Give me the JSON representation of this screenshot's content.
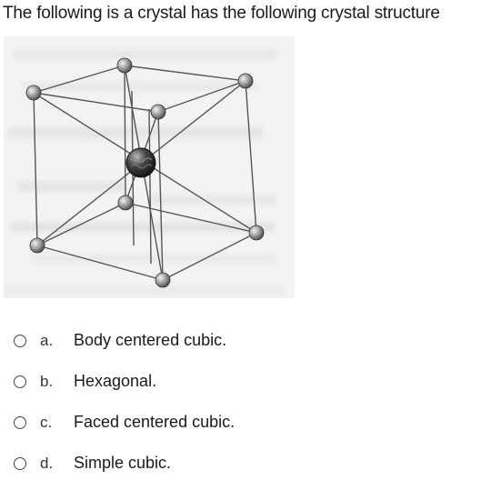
{
  "question": {
    "text": "The following is a crystal has the following crystal structure"
  },
  "figure": {
    "icon": "crystal-structure-diagram"
  },
  "options": [
    {
      "letter": "a.",
      "text": "Body centered cubic."
    },
    {
      "letter": "b.",
      "text": "Hexagonal."
    },
    {
      "letter": "c.",
      "text": "Faced centered cubic."
    },
    {
      "letter": "d.",
      "text": "Simple cubic."
    }
  ]
}
